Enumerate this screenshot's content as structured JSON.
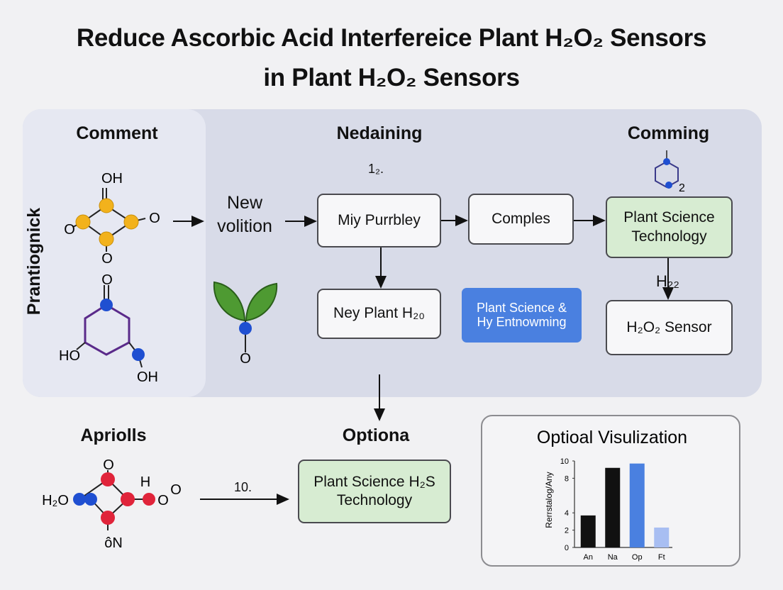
{
  "title": {
    "line1": "Reduce Ascorbic Acid Interfereice Plant H₂O₂ Sensors",
    "line2": "in Plant H₂O₂ Sensors"
  },
  "left_panel": {
    "heading": "Comment",
    "vertical_label": "Prantiognick",
    "mol1_labels": [
      "OH",
      "O",
      "O",
      "O"
    ],
    "mol2_labels": [
      "O",
      "HO",
      "OH"
    ]
  },
  "middle_panel": {
    "heading": "Nedaining",
    "number_label": "1₂.",
    "new_volition": "New volition",
    "boxes": {
      "miy_purrbley": "Miy Purrbley",
      "comples": "Comples",
      "plant_science_tech": "Plant Science Technology",
      "ney_plant": "Ney Plant H₂₀",
      "blue_box": "Plant Science & Hy Entnowming",
      "sensor": "H₂O₂ Sensor"
    },
    "plant_label": "O"
  },
  "right_panel": {
    "heading": "Comming",
    "benzene_label": "2",
    "h22_label": "H₂₂"
  },
  "bottom": {
    "aprioils_heading": "Apriolls",
    "optiona_heading": "Optiona",
    "mol3_labels": [
      "O",
      "H",
      "H₂O",
      "O",
      "O",
      "ôN"
    ],
    "arrow_label": "10.",
    "optiona_box": "Plant Science H₂S Technology"
  },
  "chart_data": {
    "type": "bar",
    "title": "Optioal Visulization",
    "ylabel": "Rerrstalog/Any",
    "categories": [
      "An",
      "Na",
      "Op",
      "Ft"
    ],
    "values": [
      3.7,
      9.2,
      9.7,
      2.3
    ],
    "yticks": [
      0,
      2,
      4,
      8,
      10
    ],
    "ylim": [
      0,
      10
    ],
    "colors": [
      "#111111",
      "#111111",
      "#4a80e0",
      "#a8bef2"
    ],
    "grid": false
  }
}
